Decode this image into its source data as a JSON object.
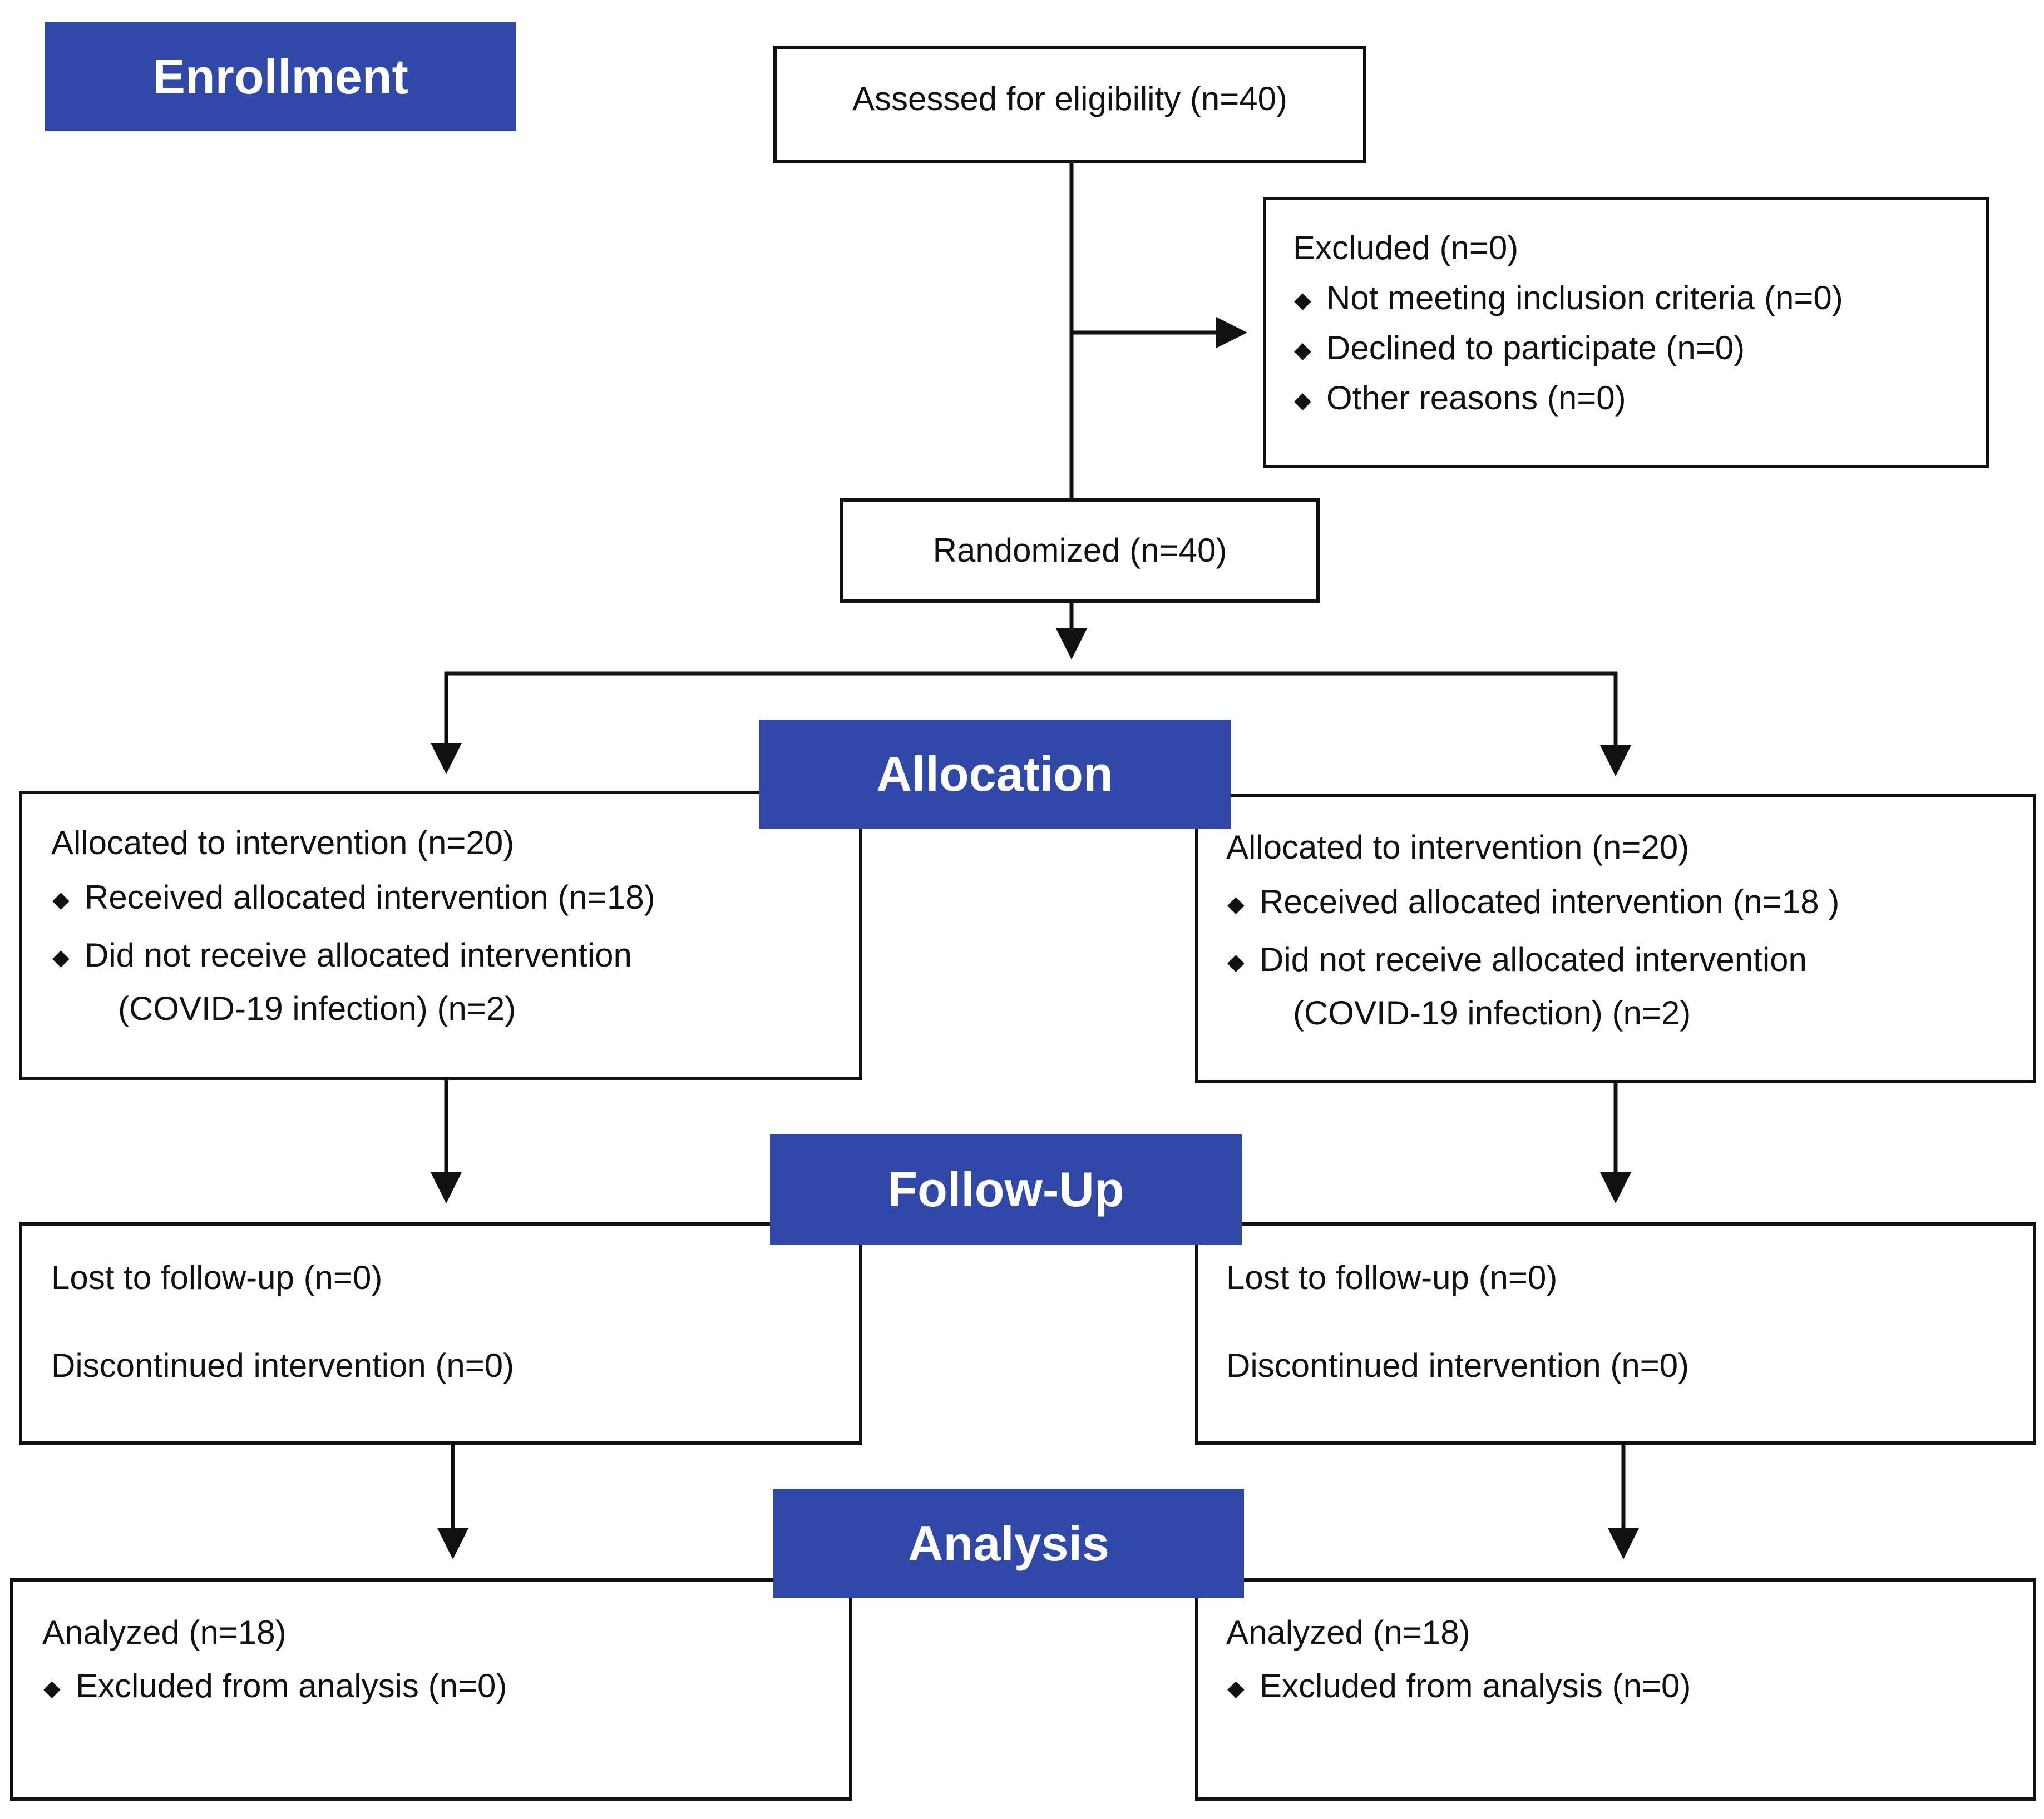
{
  "colors": {
    "stage_fill": "#3048a8",
    "line": "#111111",
    "stage_text": "#ffffff"
  },
  "bullet_icon": "diamond-bullet",
  "stages": {
    "enrollment": "Enrollment",
    "allocation": "Allocation",
    "follow_up": "Follow-Up",
    "analysis": "Analysis"
  },
  "assessed": "Assessed for eligibility (n=40)",
  "excluded": {
    "title": "Excluded  (n=0)",
    "items": [
      "Not meeting inclusion criteria (n=0)",
      "Declined to participate (n=0)",
      "Other reasons (n=0)"
    ]
  },
  "randomized": "Randomized (n=40)",
  "left": {
    "allocation": {
      "title": "Allocated to intervention (n=20)",
      "item1": "Received allocated intervention (n=18)",
      "item2": "Did not receive allocated intervention",
      "item2_cont": "(COVID-19 infection) (n=2)"
    },
    "follow_up": {
      "lost": "Lost to follow-up (n=0)",
      "discontinued": "Discontinued intervention (n=0)"
    },
    "analysis": {
      "title": "Analyzed  (n=18)",
      "item1": "Excluded from analysis (n=0)"
    }
  },
  "right": {
    "allocation": {
      "title": "Allocated to intervention (n=20)",
      "item1": "Received allocated intervention (n=18  )",
      "item2": "Did not receive allocated intervention",
      "item2_cont": "(COVID-19 infection) (n=2)"
    },
    "follow_up": {
      "lost": "Lost to follow-up (n=0)",
      "discontinued": "Discontinued intervention (n=0)"
    },
    "analysis": {
      "title": "Analyzed  (n=18)",
      "item1": "Excluded from analysis (n=0)"
    }
  }
}
